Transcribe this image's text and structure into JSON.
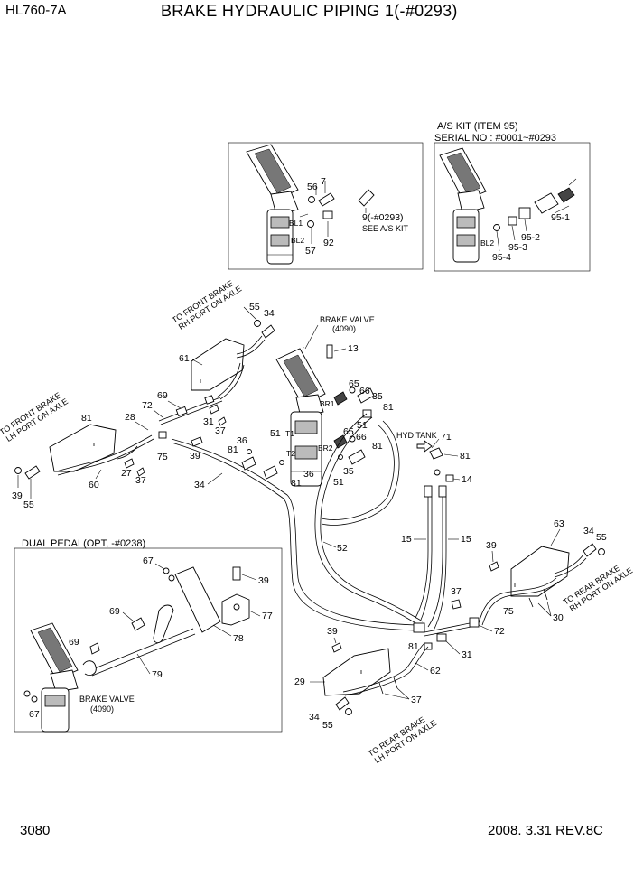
{
  "header": {
    "model": "HL760-7A",
    "title": "BRAKE HYDRAULIC PIPING 1(-#0293)"
  },
  "footer": {
    "page_number": "3080",
    "revision": "2008. 3.31  REV.8C"
  },
  "boxes": {
    "as_kit_title": "A/S KIT (ITEM 95)",
    "as_kit_serial": "SERIAL NO : #0001~#0293",
    "dual_pedal_title": "DUAL PEDAL(OPT, -#0238)"
  },
  "notes": {
    "brake_valve": "BRAKE VALVE",
    "brake_valve_code": "(4090)",
    "see_as_kit": "SEE A/S KIT",
    "front_rh_1": "TO FRONT BRAKE",
    "front_rh_2": "RH PORT ON AXLE",
    "front_lh_1": "TO FRONT BRAKE",
    "front_lh_2": "LH PORT ON AXLE",
    "rear_rh_1": "TO REAR BRAKE",
    "rear_rh_2": "RH PORT ON AXLE",
    "rear_lh_1": "TO REAR BRAKE",
    "rear_lh_2": "LH PORT ON AXLE",
    "hyd_tank": "HYD  TANK",
    "dual_brake_valve": "BRAKE VALVE",
    "dual_brake_valve_code": "(4090)"
  },
  "port_labels": [
    "BL1",
    "BL2",
    "BL2",
    "BR1",
    "BR2",
    "T1",
    "T2"
  ],
  "callouts": [
    {
      "id": "c7",
      "text": "7"
    },
    {
      "id": "c56",
      "text": "56"
    },
    {
      "id": "c9",
      "text": "9(-#0293)"
    },
    {
      "id": "c57",
      "text": "57"
    },
    {
      "id": "c92",
      "text": "92"
    },
    {
      "id": "c95_1",
      "text": "95-1"
    },
    {
      "id": "c95_2",
      "text": "95-2"
    },
    {
      "id": "c95_3",
      "text": "95-3"
    },
    {
      "id": "c95_4",
      "text": "95-4"
    },
    {
      "id": "c55a",
      "text": "55"
    },
    {
      "id": "c34a",
      "text": "34"
    },
    {
      "id": "c61",
      "text": "61"
    },
    {
      "id": "c69a",
      "text": "69"
    },
    {
      "id": "c72a",
      "text": "72"
    },
    {
      "id": "c28",
      "text": "28"
    },
    {
      "id": "c31a",
      "text": "31"
    },
    {
      "id": "c37a",
      "text": "37"
    },
    {
      "id": "c39a",
      "text": "39"
    },
    {
      "id": "c75a",
      "text": "75"
    },
    {
      "id": "c81a",
      "text": "81"
    },
    {
      "id": "c60",
      "text": "60"
    },
    {
      "id": "c27",
      "text": "27"
    },
    {
      "id": "c37b",
      "text": "37"
    },
    {
      "id": "c39b",
      "text": "39"
    },
    {
      "id": "c55b",
      "text": "55"
    },
    {
      "id": "c34b",
      "text": "34"
    },
    {
      "id": "c13",
      "text": "13"
    },
    {
      "id": "c65a",
      "text": "65"
    },
    {
      "id": "c66a",
      "text": "66"
    },
    {
      "id": "c35a",
      "text": "35"
    },
    {
      "id": "c81b",
      "text": "81"
    },
    {
      "id": "c51a",
      "text": "51"
    },
    {
      "id": "c65b",
      "text": "65"
    },
    {
      "id": "c66b",
      "text": "66"
    },
    {
      "id": "c81c",
      "text": "81"
    },
    {
      "id": "c35b",
      "text": "35"
    },
    {
      "id": "c51b",
      "text": "51"
    },
    {
      "id": "c36a",
      "text": "36"
    },
    {
      "id": "c81d",
      "text": "81"
    },
    {
      "id": "c51c",
      "text": "51"
    },
    {
      "id": "c36b",
      "text": "36"
    },
    {
      "id": "c81e",
      "text": "81"
    },
    {
      "id": "c52",
      "text": "52"
    },
    {
      "id": "c71",
      "text": "71"
    },
    {
      "id": "c81f",
      "text": "81"
    },
    {
      "id": "c14",
      "text": "14"
    },
    {
      "id": "c15a",
      "text": "15"
    },
    {
      "id": "c15b",
      "text": "15"
    },
    {
      "id": "c63",
      "text": "63"
    },
    {
      "id": "c34c",
      "text": "34"
    },
    {
      "id": "c55c",
      "text": "55"
    },
    {
      "id": "c39c",
      "text": "39"
    },
    {
      "id": "c75b",
      "text": "75"
    },
    {
      "id": "c30",
      "text": "30"
    },
    {
      "id": "c37c",
      "text": "37"
    },
    {
      "id": "c72b",
      "text": "72"
    },
    {
      "id": "c31b",
      "text": "31"
    },
    {
      "id": "c81g",
      "text": "81"
    },
    {
      "id": "c29",
      "text": "29"
    },
    {
      "id": "c39d",
      "text": "39"
    },
    {
      "id": "c62",
      "text": "62"
    },
    {
      "id": "c37d",
      "text": "37"
    },
    {
      "id": "c34d",
      "text": "34"
    },
    {
      "id": "c55d",
      "text": "55"
    },
    {
      "id": "c67a",
      "text": "67"
    },
    {
      "id": "c39e",
      "text": "39"
    },
    {
      "id": "c69b",
      "text": "69"
    },
    {
      "id": "c77",
      "text": "77"
    },
    {
      "id": "c78",
      "text": "78"
    },
    {
      "id": "c69c",
      "text": "69"
    },
    {
      "id": "c79",
      "text": "79"
    },
    {
      "id": "c67b",
      "text": "67"
    }
  ]
}
